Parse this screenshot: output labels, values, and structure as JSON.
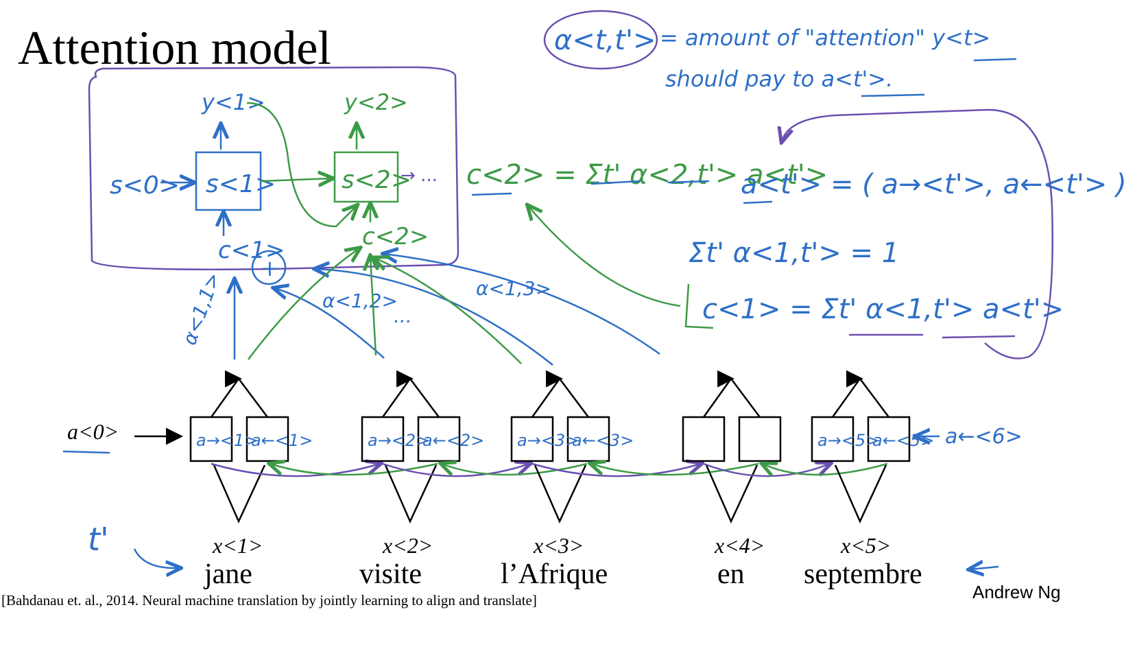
{
  "title": "Attention model",
  "definition": {
    "symbol": "α<t,t'>",
    "line1": "= amount of \"attention\" y<t>",
    "line2": "should pay to a<t'>."
  },
  "decoder": {
    "s0": "s<0>",
    "s1": "s<1>",
    "s2": "s<2>",
    "y1": "y<1>",
    "y2": "y<2>",
    "c1": "c<1>",
    "c2": "c<2>",
    "ellipsis": "→ ..."
  },
  "attention_labels": {
    "a11": "α<1,1>",
    "a12": "α<1,2>",
    "a13": "α<1,3>",
    "dots": "..."
  },
  "equations": {
    "c2": "c<2> = Σt' α<2,t'> a<t'>",
    "at": "a<t'> = ( a→<t'>, a←<t'> )",
    "sum": "Σt' α<1,t'> = 1",
    "c1": "c<1> = Σt' α<1,t'> a<t'>"
  },
  "encoder": {
    "a0": "a<0>",
    "a6": "a←<6>",
    "cells": [
      {
        "fwd": "a→<1>",
        "bwd": "a←<1>",
        "x": "x<1>",
        "word": "jane"
      },
      {
        "fwd": "a→<2>",
        "bwd": "a←<2>",
        "x": "x<2>",
        "word": "visite"
      },
      {
        "fwd": "a→<3>",
        "bwd": "a←<3>",
        "x": "x<3>",
        "word": "l’Afrique"
      },
      {
        "fwd": "",
        "bwd": "",
        "x": "x<4>",
        "word": "en"
      },
      {
        "fwd": "a→<5>",
        "bwd": "a←<5>",
        "x": "x<5>",
        "word": "septembre"
      }
    ]
  },
  "t_prime": "t'",
  "citation": "[Bahdanau et. al., 2014. Neural machine translation by jointly learning to align and translate]",
  "author": "Andrew Ng",
  "colors": {
    "blue": "#2e6fc7",
    "green": "#3d9a46",
    "purple": "#6a4fb0",
    "black": "#000000"
  }
}
